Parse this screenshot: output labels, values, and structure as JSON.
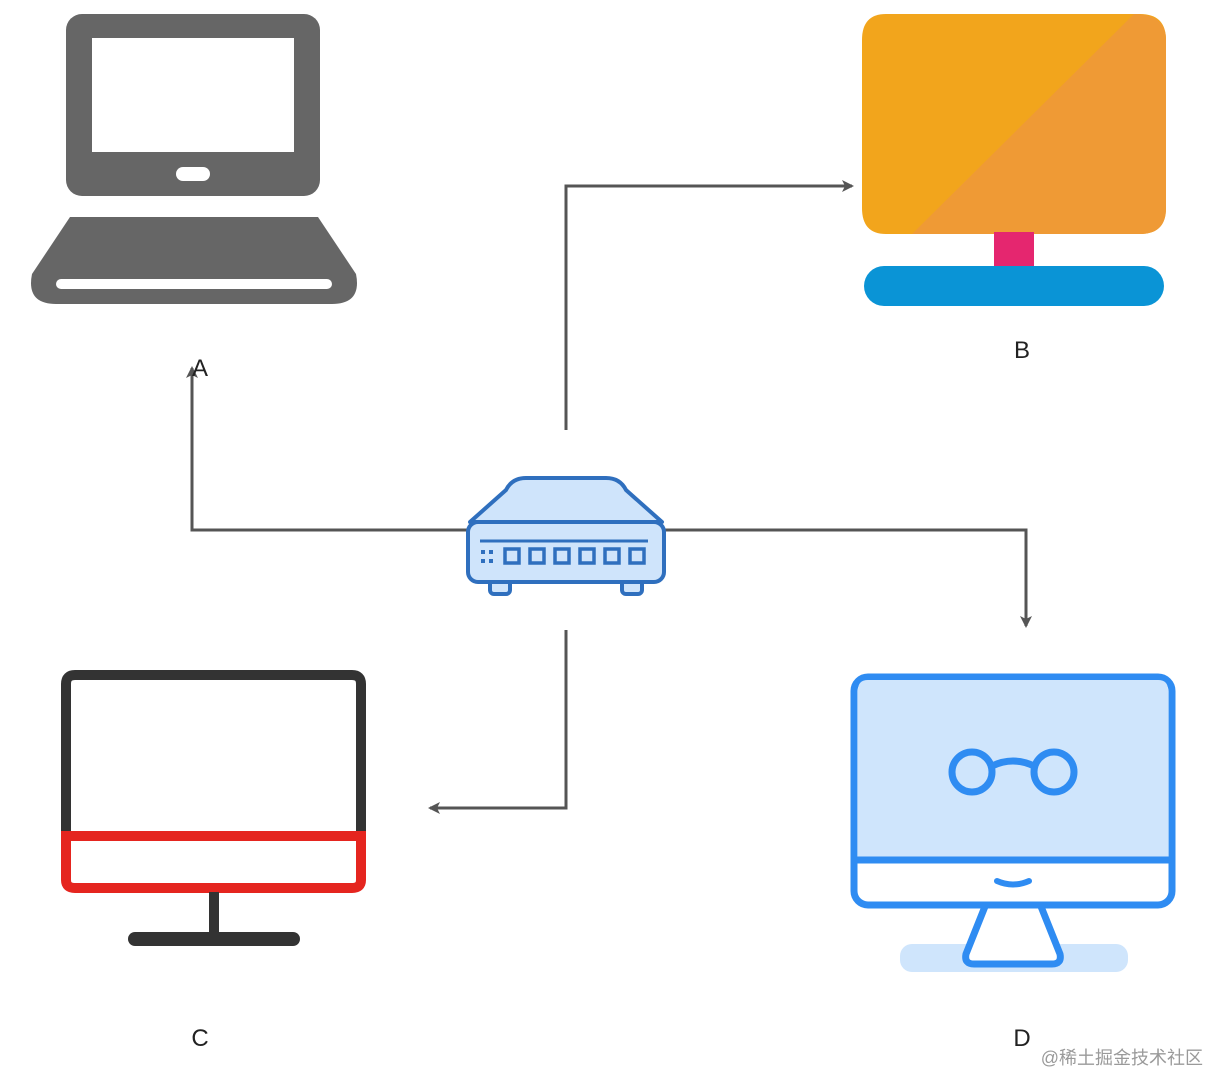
{
  "nodes": {
    "a": {
      "label": "A",
      "icon": "laptop-icon"
    },
    "b": {
      "label": "B",
      "icon": "monitor-icon"
    },
    "c": {
      "label": "C",
      "icon": "monitor-icon"
    },
    "d": {
      "label": "D",
      "icon": "desktop-monitor-icon"
    },
    "hub": {
      "icon": "network-switch-icon"
    }
  },
  "edges": [
    {
      "from": "hub",
      "to": "a"
    },
    {
      "from": "hub",
      "to": "b"
    },
    {
      "from": "hub",
      "to": "c"
    },
    {
      "from": "hub",
      "to": "d"
    }
  ],
  "watermark": "@稀土掘金技术社区",
  "colors": {
    "connector": "#555555",
    "laptop": "#666666",
    "monitor_b_screen": "#f2a51c",
    "monitor_b_screen_shade": "#ef9a35",
    "monitor_b_neck": "#e5266f",
    "monitor_b_base": "#0a94d6",
    "monitor_c_frame": "#333333",
    "monitor_c_accent": "#e5251f",
    "switch_fill": "#cfe4fb",
    "switch_stroke": "#2f6fbe",
    "monitor_d_stroke": "#2f8cf2",
    "monitor_d_fill": "#cfe5fc"
  }
}
